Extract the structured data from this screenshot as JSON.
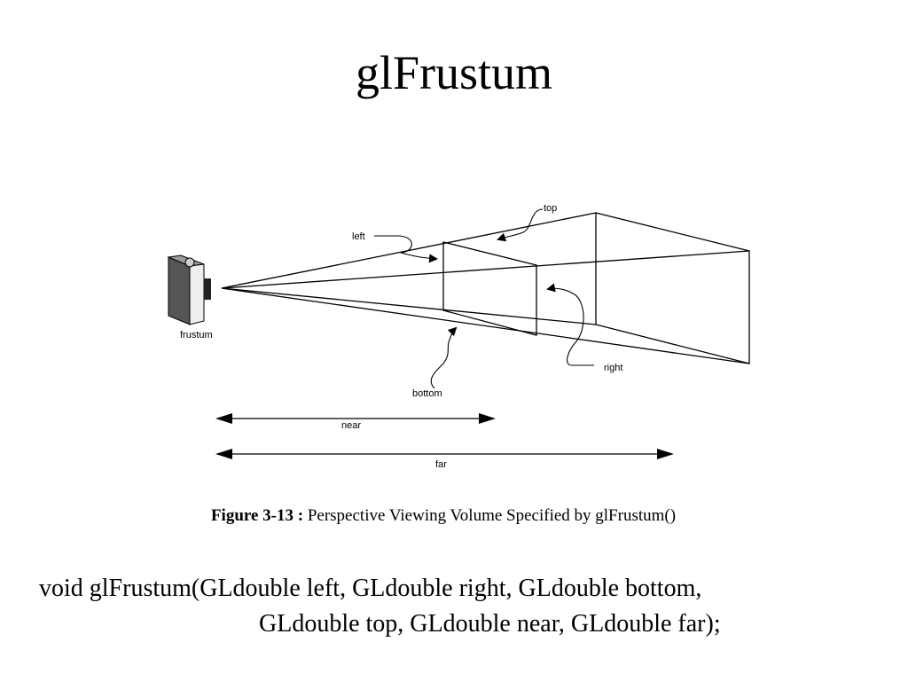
{
  "slide": {
    "title": "glFrustum"
  },
  "figure": {
    "labels": {
      "left": "left",
      "top": "top",
      "right": "right",
      "bottom": "bottom",
      "camera": "frustum",
      "near": "near",
      "far": "far"
    },
    "caption": {
      "number": "Figure 3-13 :",
      "text": "Perspective Viewing Volume Specified by glFrustum()"
    }
  },
  "code": {
    "line1": "void glFrustum(GLdouble left, GLdouble right, GLdouble bottom,",
    "line2": "GLdouble top, GLdouble near, GLdouble far);"
  }
}
